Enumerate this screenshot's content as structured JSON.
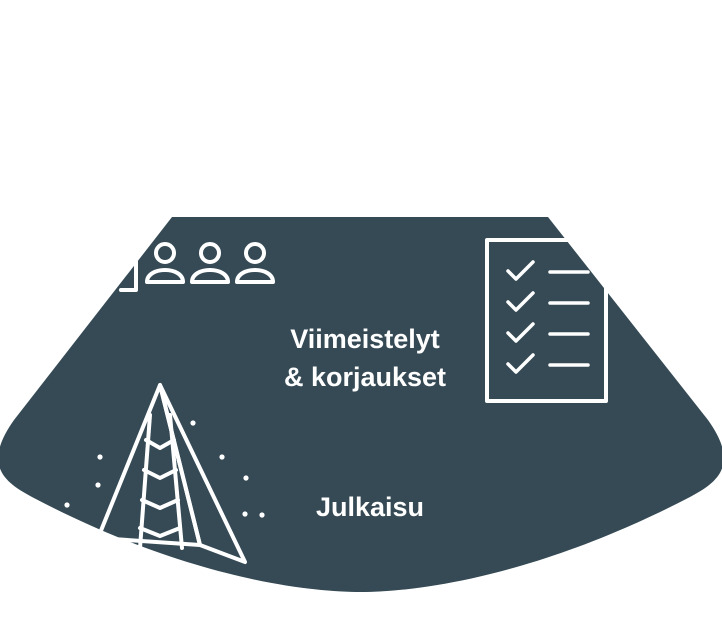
{
  "labels": {
    "top_title": "",
    "middle_title": ""
  },
  "stages": [
    {
      "id": "finishing",
      "label": "Viimeistelyt\n& korjaukset",
      "icons": [
        "people-icon",
        "checklist-icon"
      ]
    },
    {
      "id": "publishing",
      "label": "Julkaisu",
      "icons": [
        "rocket-icon"
      ]
    }
  ],
  "colors": {
    "background": "#ffffff",
    "segment_fill": "#354a55",
    "stroke": "#ffffff",
    "text": "#ffffff"
  }
}
